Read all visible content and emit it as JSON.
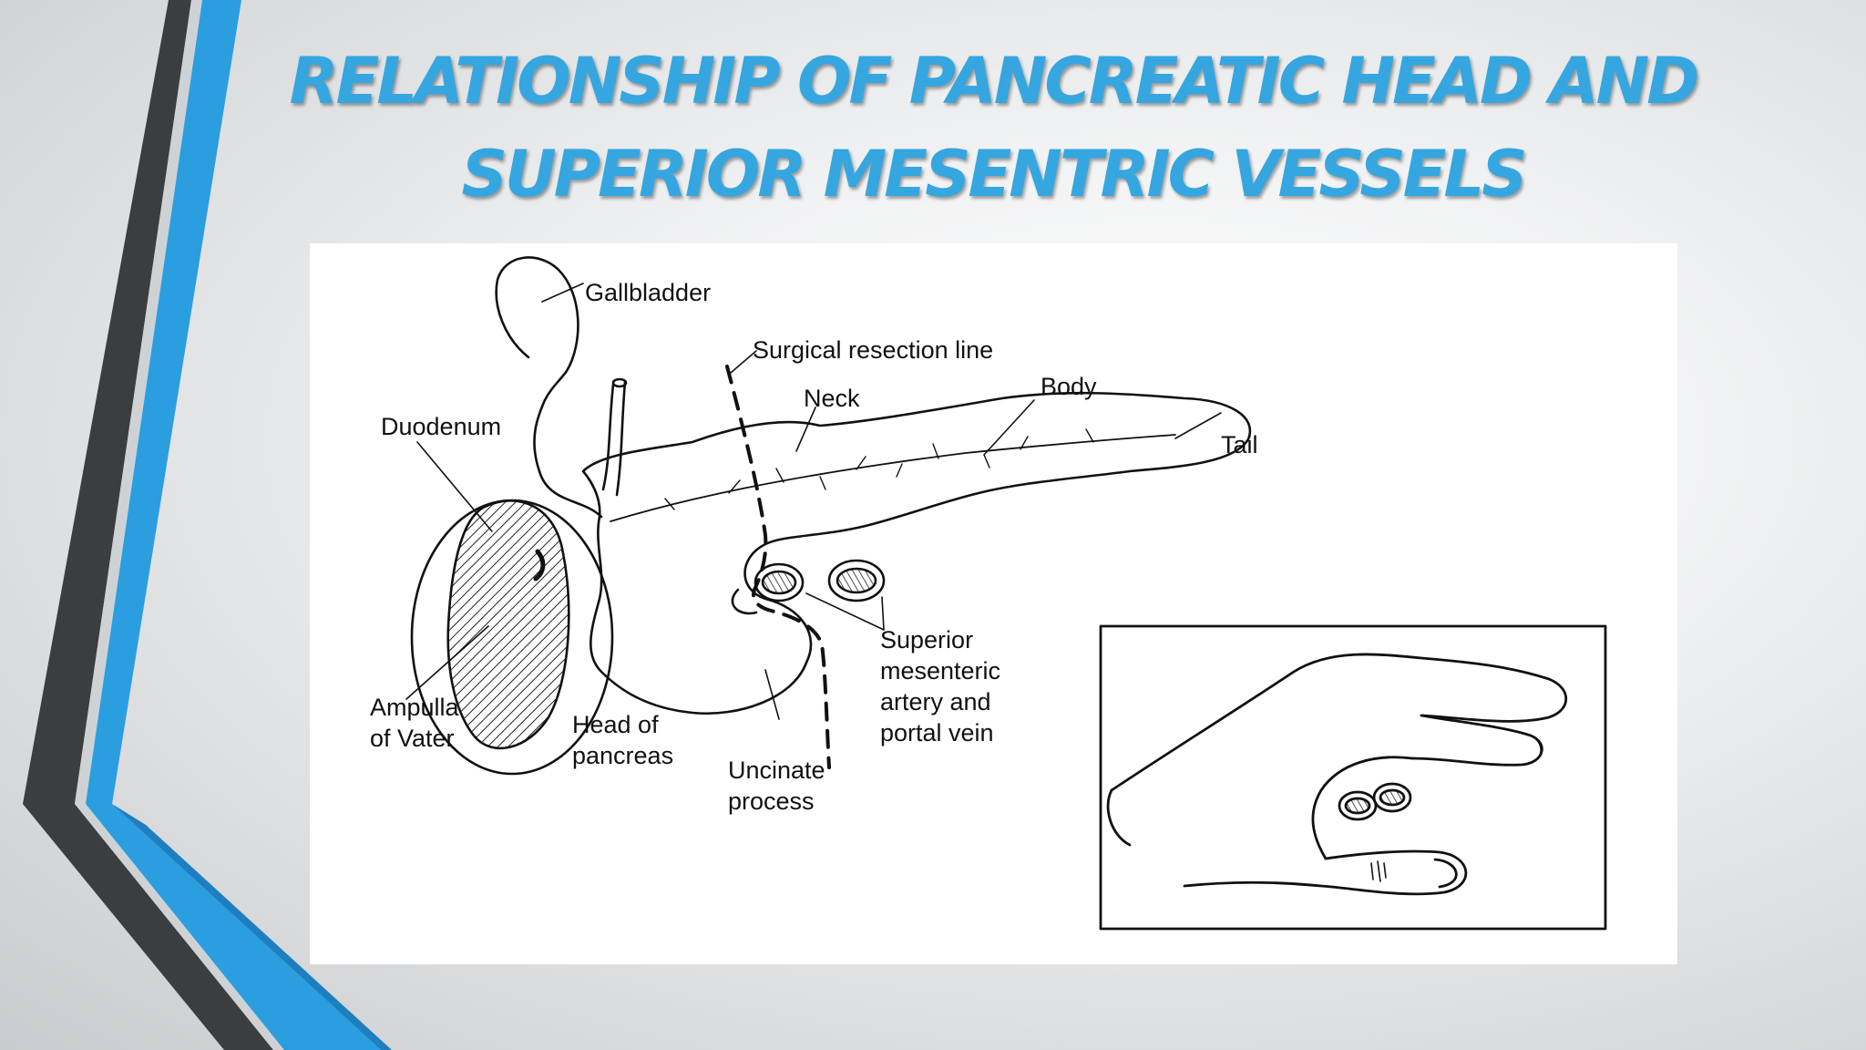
{
  "slide": {
    "title_line1": "RELATIONSHIP OF PANCREATIC HEAD AND",
    "title_line2": "SUPERIOR MESENTRIC VESSELS",
    "accent_color": "#35a6e0",
    "dark_color": "#3a3a3a"
  },
  "labels": {
    "gallbladder": "Gallbladder",
    "resection_line": "Surgical resection line",
    "neck": "Neck",
    "body": "Body",
    "tail": "Tail",
    "duodenum": "Duodenum",
    "ampulla_1": "Ampulla",
    "ampulla_2": "of Vater",
    "head_1": "Head of",
    "head_2": "pancreas",
    "uncinate_1": "Uncinate",
    "uncinate_2": "process",
    "vessels_1": "Superior",
    "vessels_2": "mesenteric",
    "vessels_3": "artery and",
    "vessels_4": "portal vein"
  }
}
